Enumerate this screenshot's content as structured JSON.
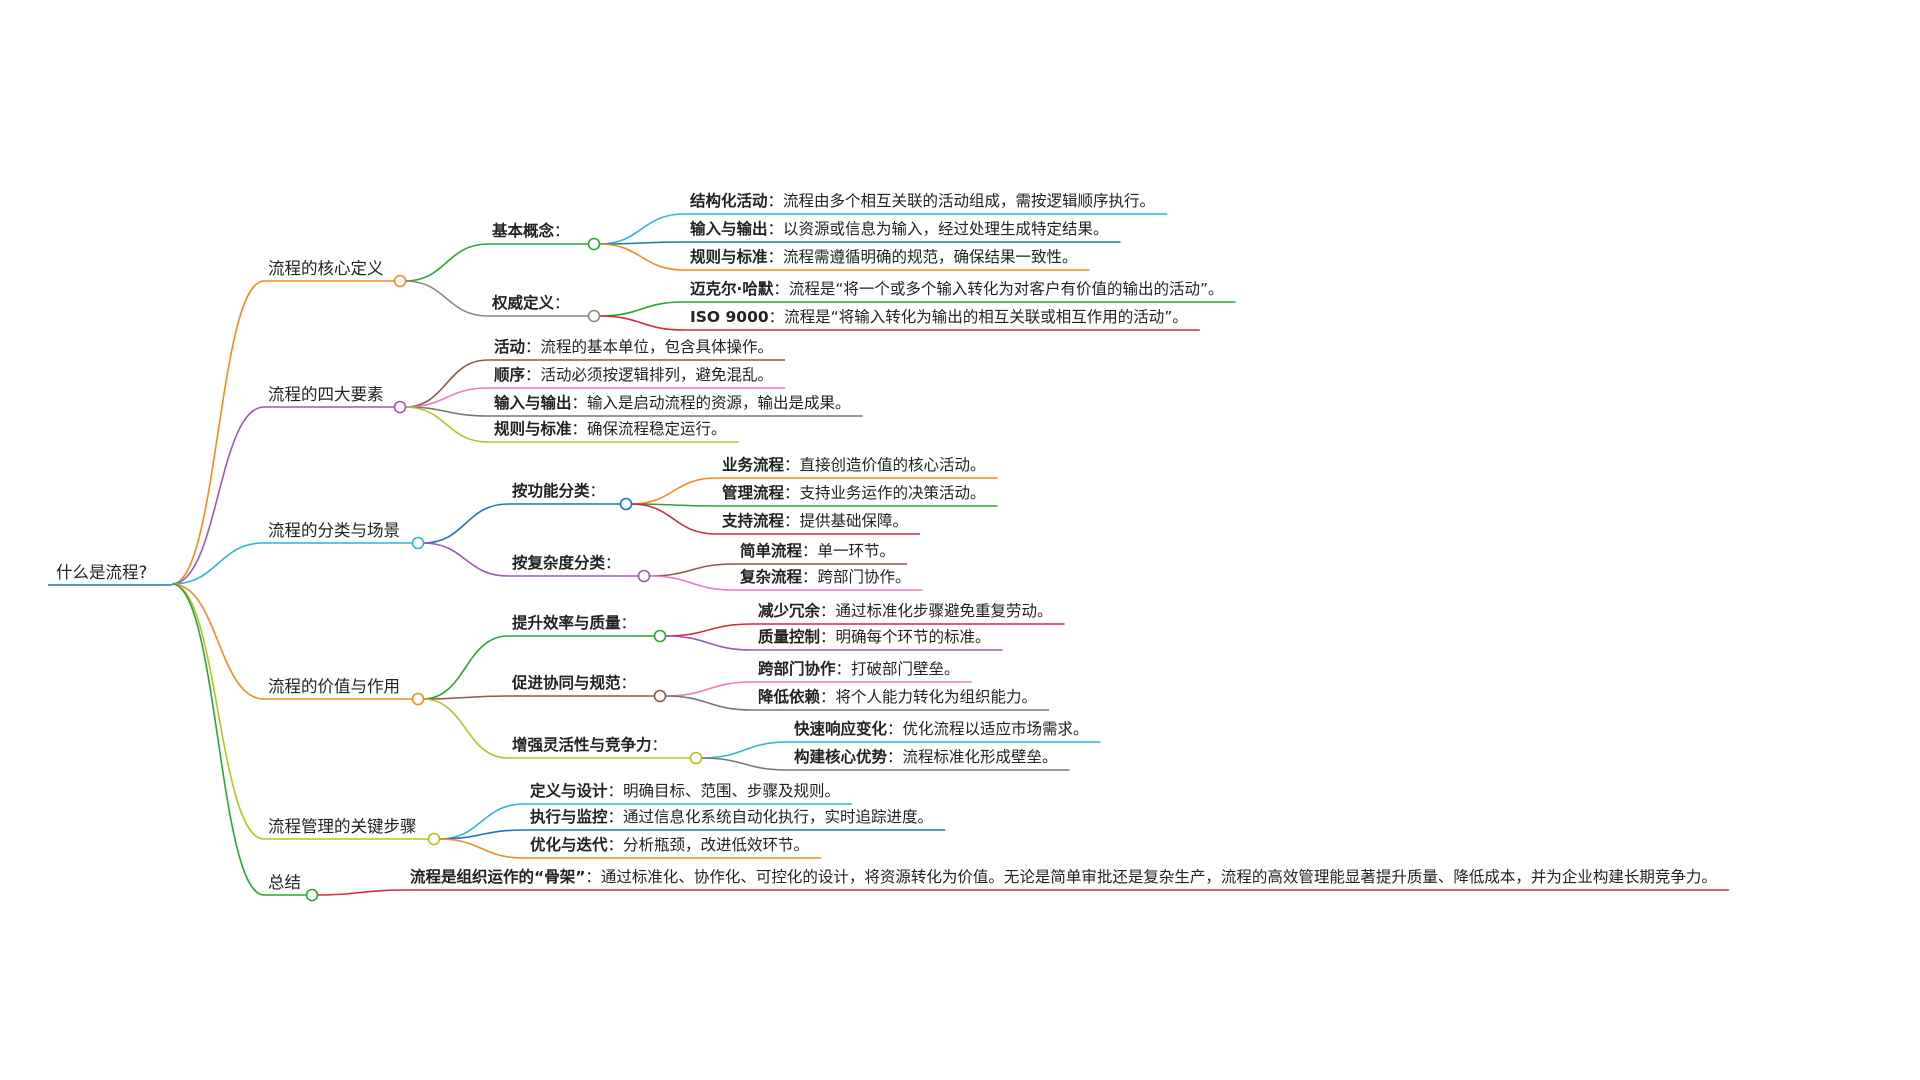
{
  "root": {
    "label": "什么是流程?",
    "color": "#1f6fc2"
  },
  "branches": [
    {
      "label": "流程的核心定义",
      "color": "#f58a1f",
      "groups": [
        {
          "label": "基本概念",
          "color": "#2aa52f",
          "items": [
            {
              "title": "结构化活动",
              "text": "流程由多个相互关联的活动组成，需按逻辑顺序执行。",
              "color": "#2ab7d4"
            },
            {
              "title": "输入与输出",
              "text": "以资源或信息为输入，经过处理生成特定结果。",
              "color": "#1f6fc2"
            },
            {
              "title": "规则与标准",
              "text": "流程需遵循明确的规范，确保结果一致性。",
              "color": "#f58a1f"
            }
          ]
        },
        {
          "label": "权威定义",
          "color": "#888888",
          "items": [
            {
              "title": "迈克尔·哈默",
              "text": "流程是“将一个或多个输入转化为对客户有价值的输出的活动”。",
              "color": "#2aa52f"
            },
            {
              "title": "ISO 9000",
              "text": "流程是“将输入转化为输出的相互关联或相互作用的活动”。",
              "color": "#d62839"
            }
          ]
        }
      ]
    },
    {
      "label": "流程的四大要素",
      "color": "#9b59b6",
      "items": [
        {
          "title": "活动",
          "text": "流程的基本单位，包含具体操作。",
          "color": "#8b5a4a"
        },
        {
          "title": "顺序",
          "text": "活动必须按逻辑排列，避免混乱。",
          "color": "#e87dc0"
        },
        {
          "title": "输入与输出",
          "text": "输入是启动流程的资源，输出是成果。",
          "color": "#777777"
        },
        {
          "title": "规则与标准",
          "text": "确保流程稳定运行。",
          "color": "#b7c21f"
        }
      ]
    },
    {
      "label": "流程的分类与场景",
      "color": "#2ab7d4",
      "groups": [
        {
          "label": "按功能分类",
          "color": "#1f6fc2",
          "items": [
            {
              "title": "业务流程",
              "text": "直接创造价值的核心活动。",
              "color": "#f58a1f"
            },
            {
              "title": "管理流程",
              "text": "支持业务运作的决策活动。",
              "color": "#2aa52f"
            },
            {
              "title": "支持流程",
              "text": "提供基础保障。",
              "color": "#d62839"
            }
          ]
        },
        {
          "label": "按复杂度分类",
          "color": "#9b59b6",
          "items": [
            {
              "title": "简单流程",
              "text": "单一环节。",
              "color": "#8b5a4a"
            },
            {
              "title": "复杂流程",
              "text": "跨部门协作。",
              "color": "#e87dc0"
            }
          ]
        }
      ]
    },
    {
      "label": "流程的价值与作用",
      "color": "#f58a1f",
      "groups": [
        {
          "label": "提升效率与质量",
          "color": "#2aa52f",
          "items": [
            {
              "title": "减少冗余",
              "text": "通过标准化步骤避免重复劳动。",
              "color": "#d62839"
            },
            {
              "title": "质量控制",
              "text": "明确每个环节的标准。",
              "color": "#9b59b6"
            }
          ]
        },
        {
          "label": "促进协同与规范",
          "color": "#8b5a4a",
          "items": [
            {
              "title": "跨部门协作",
              "text": "打破部门壁垒。",
              "color": "#e87dc0"
            },
            {
              "title": "降低依赖",
              "text": "将个人能力转化为组织能力。",
              "color": "#777777"
            }
          ]
        },
        {
          "label": "增强灵活性与竞争力",
          "color": "#b7c21f",
          "items": [
            {
              "title": "快速响应变化",
              "text": "优化流程以适应市场需求。",
              "color": "#2ab7d4"
            },
            {
              "title": "构建核心优势",
              "text": "流程标准化形成壁垒。",
              "color": "#777777"
            }
          ]
        }
      ]
    },
    {
      "label": "流程管理的关键步骤",
      "color": "#b7c21f",
      "items": [
        {
          "title": "定义与设计",
          "text": "明确目标、范围、步骤及规则。",
          "color": "#2ab7d4"
        },
        {
          "title": "执行与监控",
          "text": "通过信息化系统自动化执行，实时追踪进度。",
          "color": "#1f6fc2"
        },
        {
          "title": "优化与迭代",
          "text": "分析瓶颈，改进低效环节。",
          "color": "#f58a1f"
        }
      ]
    },
    {
      "label": "总结",
      "color": "#2aa52f",
      "items": [
        {
          "title": "流程是组织运作的“骨架”",
          "text": "通过标准化、协作化、可控化的设计，将资源转化为价值。无论是简单审批还是复杂生产，流程的高效管理能显著提升质量、降低成本，并为企业构建长期竞争力。",
          "color": "#d62839"
        }
      ]
    }
  ]
}
